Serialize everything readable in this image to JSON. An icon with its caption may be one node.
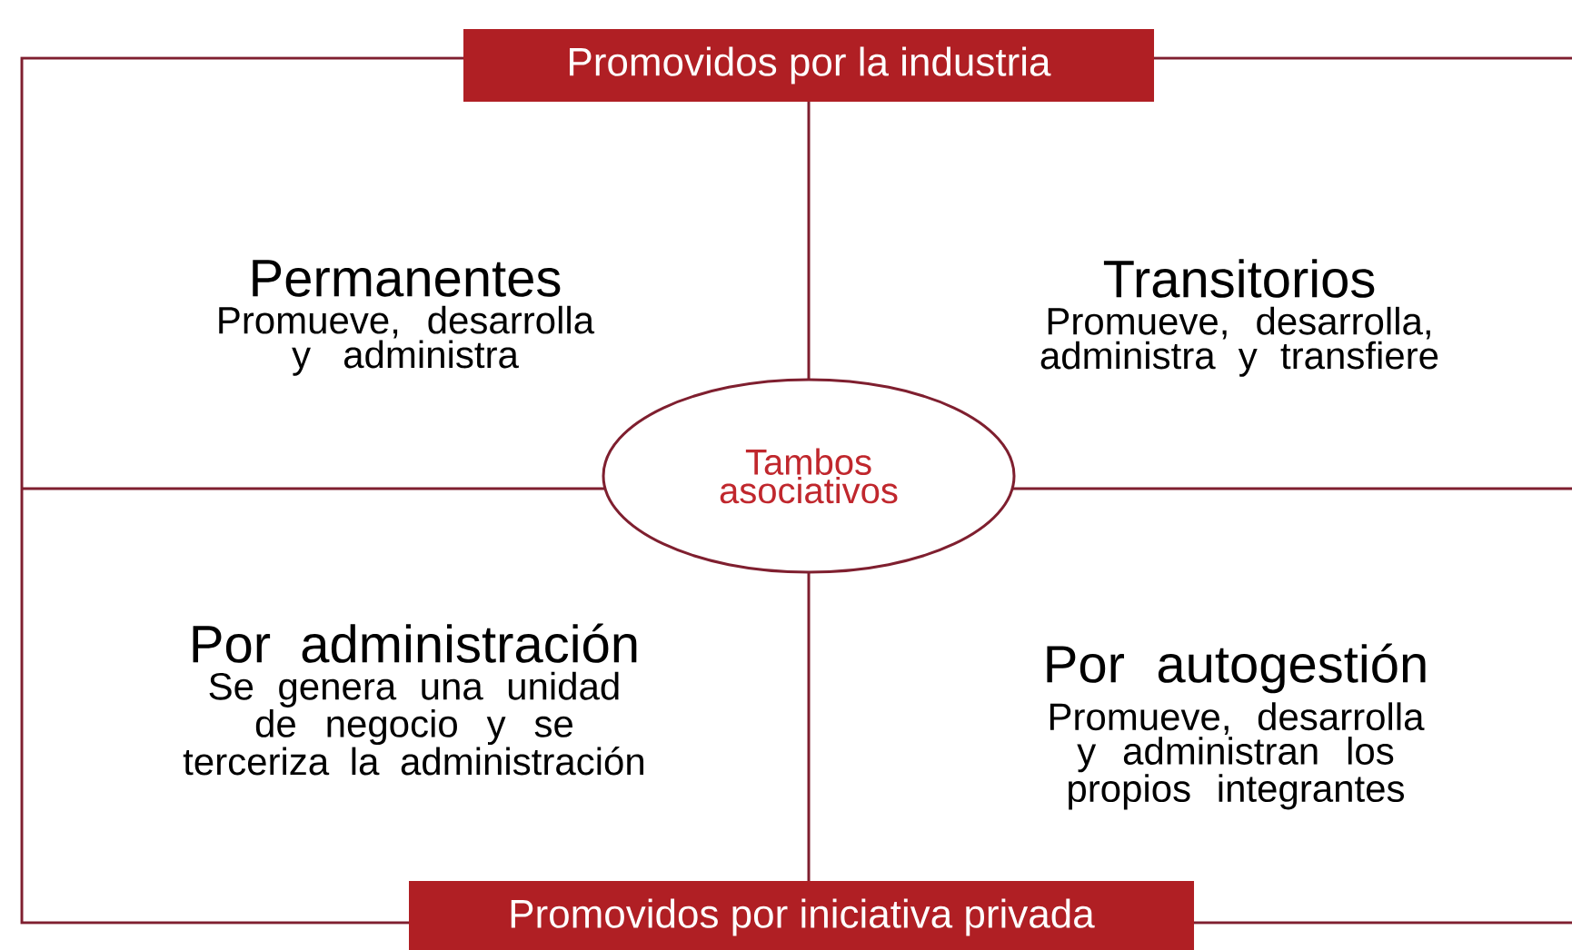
{
  "diagram": {
    "nodes": [
      {
        "text": [
          "Promovidos por la industria"
        ]
      },
      {
        "text": [
          "Promovidos por iniciativa privada"
        ]
      },
      {
        "text": [
          "Tambos asociativos"
        ]
      },
      {
        "text": [
          "Permanentes",
          "Promueve, desarrolla y administra"
        ]
      },
      {
        "text": [
          "Transitorios",
          "Promueve, desarrolla, administra y transfiere"
        ]
      },
      {
        "text": [
          "Por administración",
          "Se genera una unidad de negocio y se terceriza la administración"
        ]
      },
      {
        "text": [
          "Por autogestión",
          "Promueve, desarrolla y administran los propios integrantes"
        ]
      }
    ]
  }
}
